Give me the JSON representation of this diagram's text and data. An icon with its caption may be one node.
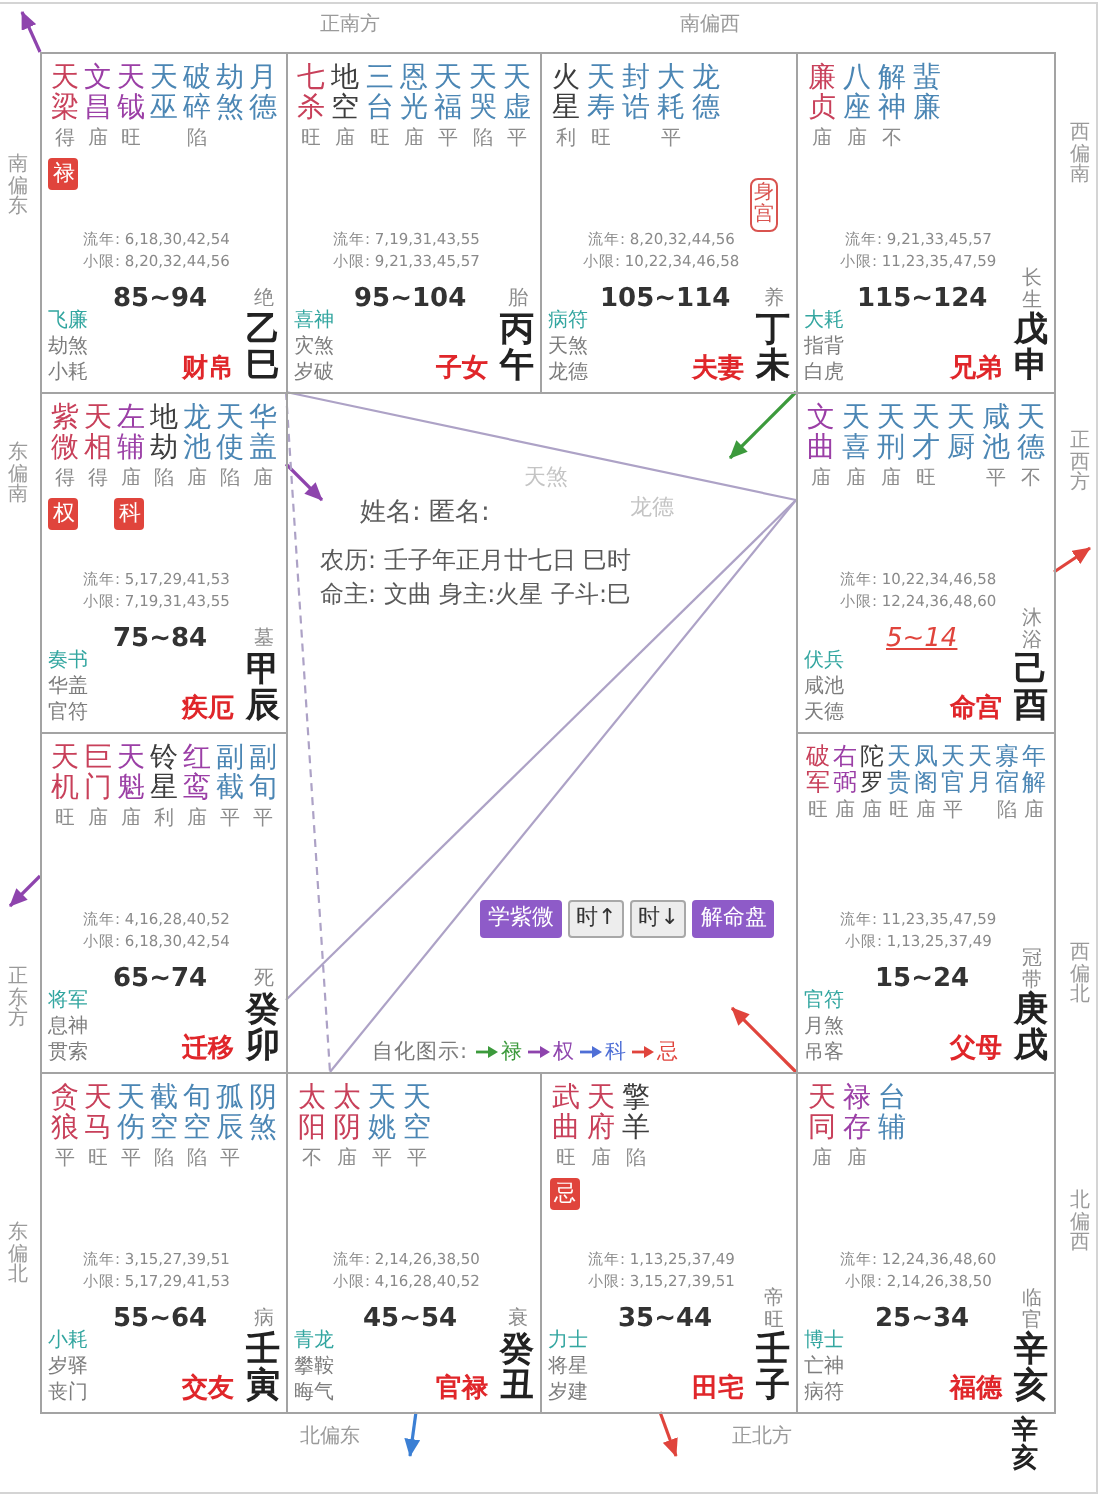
{
  "diagram": {
    "nodes": [
      {
        "text": [
          "天梁",
          "得",
          "文昌",
          "庙",
          "天钺",
          "旺",
          "天巫",
          "破碎",
          "陷",
          "劫煞",
          "月德",
          "流年: 6,18,30,42,54",
          "小限: 8,20,32,44,56",
          "85~94",
          "绝",
          "飞廉",
          "劫煞",
          "小耗",
          "财帛",
          "乙巳"
        ]
      },
      {
        "text": [
          "禄"
        ],
        "in": 0
      },
      {
        "text": [
          "七杀",
          "旺",
          "地空",
          "庙",
          "三台",
          "旺",
          "恩光",
          "庙",
          "天福",
          "平",
          "天哭",
          "陷",
          "天虚",
          "平",
          "流年: 7,19,31,43,55",
          "小限: 9,21,33,45,57",
          "95~104",
          "胎",
          "喜神",
          "灾煞",
          "岁破",
          "子女",
          "丙午"
        ]
      },
      {
        "text": [
          "火星",
          "利",
          "天寿",
          "旺",
          "封诰",
          "大耗",
          "平",
          "龙德",
          "流年: 8,20,32,44,56",
          "小限: 10,22,34,46,58",
          "105~114",
          "养",
          "病符",
          "天煞",
          "龙德",
          "夫妻",
          "丁未"
        ]
      },
      {
        "text": [
          "身宫"
        ],
        "in": 3
      },
      {
        "text": [
          "廉贞",
          "庙",
          "八座",
          "庙",
          "解神",
          "不",
          "蜚廉",
          "流年: 9,21,33,45,57",
          "小限: 11,23,35,47,59",
          "115~124",
          "长生",
          "大耗",
          "指背",
          "白虎",
          "兄弟",
          "戊申"
        ]
      },
      {
        "text": [
          "紫微",
          "得",
          "天相",
          "得",
          "左辅",
          "庙",
          "地劫",
          "陷",
          "龙池",
          "庙",
          "天使",
          "陷",
          "华盖",
          "庙",
          "流年: 5,17,29,41,53",
          "小限: 7,19,31,43,55",
          "75~84",
          "墓",
          "奏书",
          "华盖",
          "官符",
          "疾厄",
          "甲辰"
        ]
      },
      {
        "text": [
          "权"
        ],
        "in": 6
      },
      {
        "text": [
          "科"
        ],
        "in": 6
      },
      {
        "text": [
          "天煞",
          "龙德",
          "姓名: 匿名:",
          "农历: 壬子年正月廿七日 巳时",
          "命主: 文曲 身主:火星 子斗:巳"
        ]
      },
      {
        "text": [
          "学紫微"
        ],
        "in": 9
      },
      {
        "text": [
          "时↑"
        ],
        "in": 9
      },
      {
        "text": [
          "时↓"
        ],
        "in": 9
      },
      {
        "text": [
          "解命盘"
        ],
        "in": 9
      },
      {
        "text": [
          "文曲",
          "庙",
          "天喜",
          "庙",
          "天刑",
          "庙",
          "天才",
          "旺",
          "天厨",
          "咸池",
          "平",
          "天德",
          "不",
          "流年: 10,22,34,46,58",
          "小限: 12,24,36,48,60",
          "5~14",
          "沐浴",
          "伏兵",
          "咸池",
          "天德",
          "命宫",
          "己酉"
        ]
      },
      {
        "text": [
          "天机",
          "旺",
          "巨门",
          "庙",
          "天魁",
          "庙",
          "铃星",
          "利",
          "红鸾",
          "庙",
          "副截",
          "平",
          "副旬",
          "平",
          "流年: 4,16,28,40,52",
          "小限: 6,18,30,42,54",
          "65~74",
          "死",
          "将军",
          "息神",
          "贯索",
          "迁移",
          "癸卯"
        ]
      },
      {
        "text": [
          "破军",
          "旺",
          "右弼",
          "庙",
          "陀罗",
          "庙",
          "天贵",
          "旺",
          "凤阁",
          "庙",
          "天官",
          "平",
          "天月",
          "寡宿",
          "陷",
          "年解",
          "庙",
          "流年: 11,23,35,47,59",
          "小限: 1,13,25,37,49",
          "15~24",
          "冠带",
          "官符",
          "月煞",
          "吊客",
          "父母",
          "庚戌"
        ]
      },
      {
        "text": [
          "贪狼",
          "平",
          "天马",
          "旺",
          "天伤",
          "平",
          "截空",
          "陷",
          "旬空",
          "陷",
          "孤辰",
          "平",
          "阴煞",
          "流年: 3,15,27,39,51",
          "小限: 5,17,29,41,53",
          "55~64",
          "病",
          "小耗",
          "岁驿",
          "丧门",
          "交友",
          "壬寅"
        ]
      },
      {
        "text": [
          "太阳",
          "不",
          "太阴",
          "庙",
          "天姚",
          "平",
          "天空",
          "平",
          "流年: 2,14,26,38,50",
          "小限: 4,16,28,40,52",
          "45~54",
          "衰",
          "青龙",
          "攀鞍",
          "晦气",
          "官禄",
          "癸丑"
        ]
      },
      {
        "text": [
          "武曲",
          "旺",
          "天府",
          "庙",
          "擎羊",
          "陷",
          "流年: 1,13,25,37,49",
          "小限: 3,15,27,39,51",
          "35~44",
          "帝旺",
          "力士",
          "将星",
          "岁建",
          "田宅",
          "壬子"
        ]
      },
      {
        "text": [
          "忌"
        ],
        "in": 19
      },
      {
        "text": [
          "天同",
          "庙",
          "禄存",
          "庙",
          "台辅",
          "流年: 12,24,36,48,60",
          "小限: 2,14,26,38,50",
          "25~34",
          "临官",
          "博士",
          "亡神",
          "病符",
          "福德",
          "辛亥"
        ],
        "beside": [
          "辛亥"
        ]
      }
    ],
    "edges": [
      {
        "from": 0,
        "to": null,
        "arrow": "to",
        "color": "#8e44ad"
      },
      {
        "from": 6,
        "to": null,
        "arrow": "to",
        "color": "#8e44ad"
      },
      {
        "from": 5,
        "to": null,
        "arrow": "to",
        "color": "#3c9a3c"
      },
      {
        "from": 14,
        "to": null,
        "arrow": "to",
        "color": "#e0443c"
      },
      {
        "from": 15,
        "to": null,
        "arrow": "to",
        "color": "#8e44ad"
      },
      {
        "from": 21,
        "to": null,
        "arrow": "to",
        "color": "#e0443c"
      },
      {
        "from": 18,
        "to": null,
        "arrow": "to",
        "color": "#3b7fd4"
      },
      {
        "from": 19,
        "to": null,
        "arrow": "to",
        "color": "#e0443c"
      },
      {
        "from": 14,
        "to": 0,
        "arrow": "none"
      },
      {
        "from": 14,
        "to": 18,
        "arrow": "none"
      },
      {
        "from": 14,
        "to": 15,
        "arrow": "none"
      },
      {
        "from": 0,
        "to": 18,
        "arrow": "none",
        "style": "dashed"
      }
    ],
    "labels": [
      "正南方",
      "南偏西",
      "西偏南",
      "南偏东",
      "正西方",
      "东偏南",
      "西偏北",
      "正东方",
      "自化图示:",
      "北偏西",
      "东偏北",
      "北偏东",
      "正北方"
    ],
    "legend": [
      {
        "text": "禄"
      },
      {
        "text": "权"
      },
      {
        "text": "科"
      },
      {
        "text": "忌"
      }
    ]
  }
}
